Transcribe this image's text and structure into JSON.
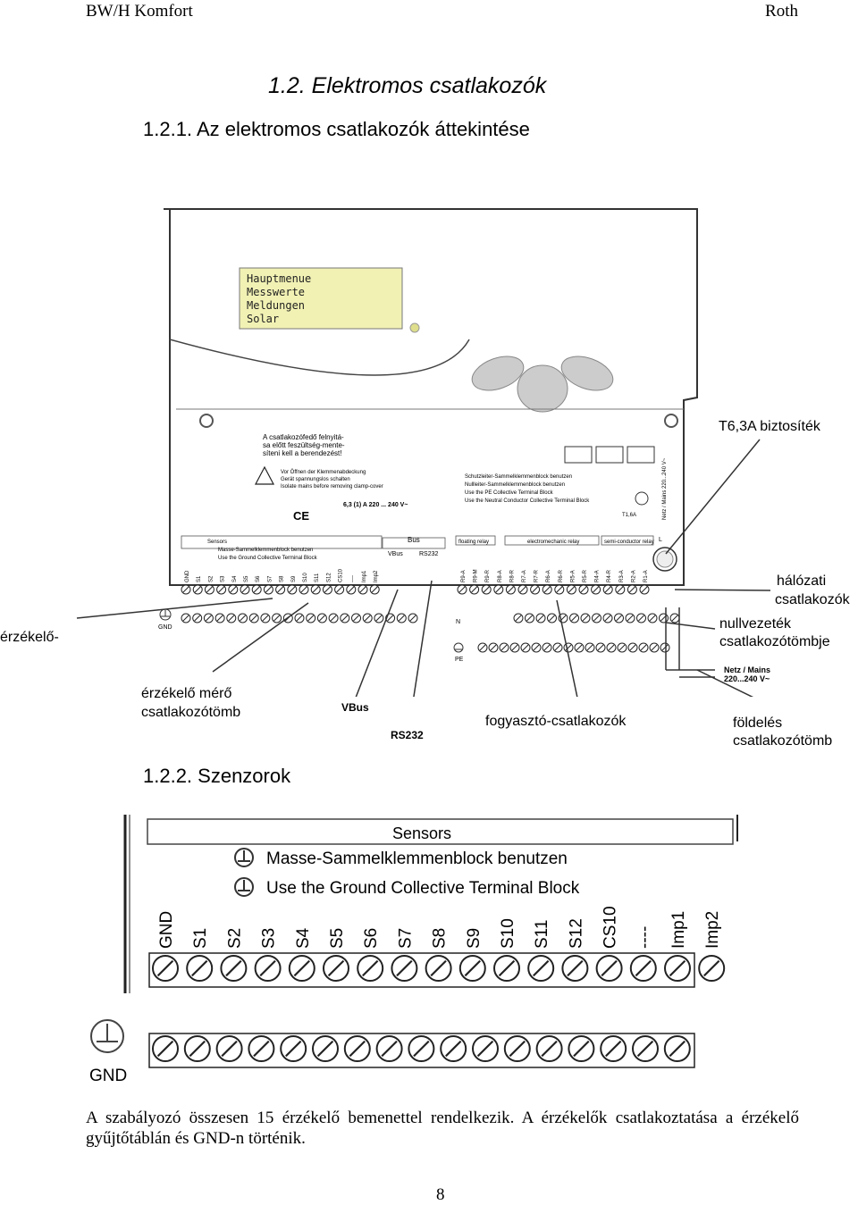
{
  "header": {
    "left": "BW/H Komfort",
    "right": "Roth"
  },
  "section_title": "1.2. Elektromos csatlakozók",
  "subsection1_title": "1.2.1. Az elektromos csatlakozók áttekintése",
  "device": {
    "lcd_lines": [
      "Hauptmenue",
      "Messwerte",
      "Meldungen",
      "Solar"
    ],
    "warning_hu": [
      "A csatlakozófedő felnyitá-",
      "sa előtt feszültség-mente-",
      "síteni kell a berendezést!"
    ],
    "warning_de": [
      "Vor Öffnen der Klemmenabdeckung",
      "Gerät spannungslos schalten",
      "Isolate mains before removing clamp-cover"
    ],
    "notes": [
      "Schutzleiter-Sammelklemmenblock benutzen",
      "Nullleiter-Sammelklemmenblock benutzen",
      "Use the PE Collective Terminal Block",
      "Use the Neutral Conductor Collective Terminal Block"
    ],
    "fuse_rating": "6,3 (1) A 220 ... 240 V~",
    "fuse_small": "T1,6A",
    "mains_small": "Netz / Mains 220...240 V~",
    "sensors_header": "Sensors",
    "masse": "Masse-Sammelklemmenblock benutzen",
    "ground": "Use the Ground Collective Terminal Block",
    "bus_label": "Bus",
    "vbus": "VBus",
    "rs232": "RS232",
    "floating": "floating relay",
    "electromech": "electromechanic relay",
    "semi": "semi-conductor relay",
    "terminal_labels": [
      "GND",
      "S1",
      "S2",
      "S3",
      "S4",
      "S5",
      "S6",
      "S7",
      "S8",
      "S9",
      "S10",
      "S11",
      "S12",
      "CS10",
      "----",
      "Imp1",
      "Imp2"
    ],
    "relay_labels": [
      "R9-A",
      "R9-M",
      "R9-R",
      "R8-A",
      "R8-R",
      "R7-A",
      "R7-R",
      "R6-A",
      "R6-R",
      "R5-A",
      "R5-R",
      "R4-A",
      "R4-R",
      "R3-A",
      "R2-A",
      "R1-A"
    ],
    "n_label": "N",
    "pe_label": "PE",
    "gnd_label": "GND",
    "l_label": "L",
    "mains_bottom": "Netz / Mains",
    "mains_bottom2": "220...240 V~"
  },
  "callouts": {
    "fuse": "T6,3A biztosíték",
    "mains1": "hálózati",
    "mains2": "csatlakozók",
    "neutral1": "nullvezeték",
    "neutral2": "csatlakozótömbje",
    "sensor_left": "érzékelő-",
    "sensor_block1": "érzékelő mérő",
    "sensor_block2": "csatlakozótömb",
    "vbus": "VBus",
    "rs232": "RS232",
    "consumers": "fogyasztó-csatlakozók",
    "earth1": "földelés",
    "earth2": "csatlakozótömb"
  },
  "subsection2_title": "1.2.2. Szenzorok",
  "sensors_detail": {
    "header": "Sensors",
    "line1": "Masse-Sammelklemmenblock benutzen",
    "line2": "Use the Ground Collective Terminal Block",
    "labels": [
      "GND",
      "S1",
      "S2",
      "S3",
      "S4",
      "S5",
      "S6",
      "S7",
      "S8",
      "S9",
      "S10",
      "S11",
      "S12",
      "CS10",
      "----",
      "Imp1",
      "Imp2"
    ],
    "gnd": "GND"
  },
  "paragraph": "A szabályozó összesen 15 érzékelő bemenettel rendelkezik. A érzékelők csatlakoztatása a érzékelő gyűjtőtáblán és GND-n történik.",
  "page_number": "8"
}
